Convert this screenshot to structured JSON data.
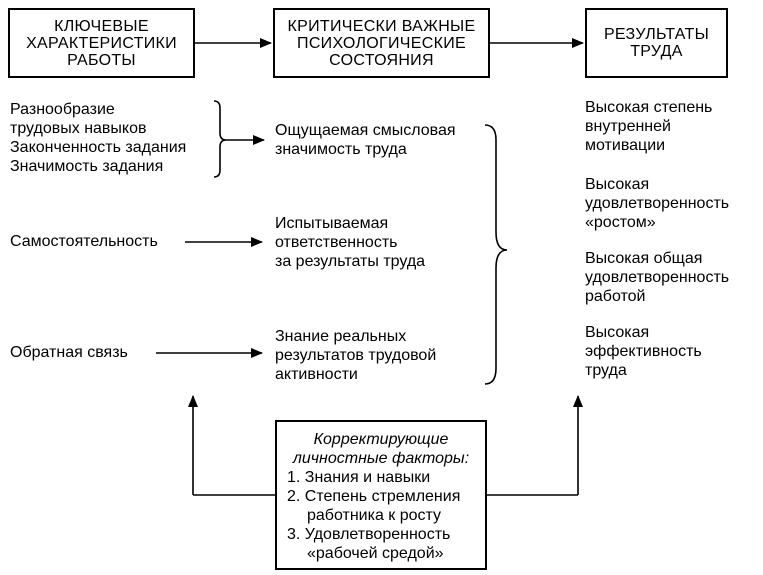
{
  "boxes": {
    "characteristics": [
      "КЛЮЧЕВЫЕ",
      "ХАРАКТЕРИСТИКИ",
      "РАБОТЫ"
    ],
    "states": [
      "КРИТИЧЕСКИ ВАЖНЫЕ",
      "ПСИХОЛОГИЧЕСКИЕ",
      "СОСТОЯНИЯ"
    ],
    "results": [
      "РЕЗУЛЬТАТЫ",
      "ТРУДА"
    ]
  },
  "characteristics": {
    "group1": [
      "Разнообразие",
      "трудовых навыков",
      "Законченность задания",
      "Значимость задания"
    ],
    "autonomy": "Самостоятельность",
    "feedback": "Обратная связь"
  },
  "states": {
    "meaningfulness": [
      "Ощущаемая смысловая",
      "значимость труда"
    ],
    "responsibility": [
      "Испытываемая",
      "ответственность",
      "за результаты труда"
    ],
    "knowledge": [
      "Знание реальных",
      "результатов трудовой",
      "активности"
    ]
  },
  "results": {
    "motivation": [
      "Высокая степень",
      "внутренней",
      "мотивации"
    ],
    "growth": [
      "Высокая",
      "удовлетворенность",
      "«ростом»"
    ],
    "general": [
      "Высокая общая",
      "удовлетворенность",
      "работой"
    ],
    "effectiveness": [
      "Высокая",
      "эффективность",
      "труда"
    ]
  },
  "moderators": {
    "title": [
      "Корректирующие",
      "личностные факторы:"
    ],
    "item1": "1. Знания и навыки",
    "item2": [
      "2. Степень стремления",
      "работника к росту"
    ],
    "item3": [
      "3. Удовлетворенность",
      "«рабочей средой»"
    ]
  }
}
